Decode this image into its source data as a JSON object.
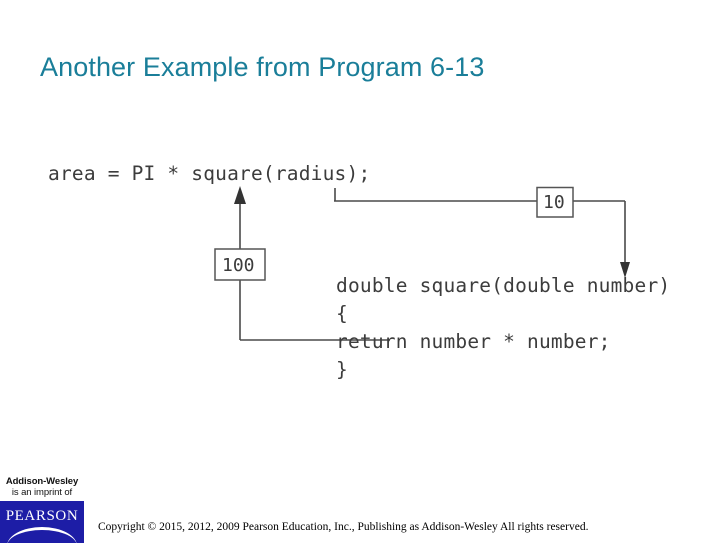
{
  "slide": {
    "title": "Another Example from Program 6-13",
    "title_color": "#1a7e99",
    "background_color": "#ffffff"
  },
  "figure": {
    "caller_code": "area = PI * square(radius);",
    "function_lines": [
      "double square(double number)",
      "{",
      "    return number * number;",
      "}"
    ],
    "function_signature": "double square(double number)",
    "function_open_brace": "{",
    "function_return": "return number * number;",
    "function_close_brace": "}",
    "argument_box_value": "10",
    "return_box_value": "100",
    "line_color": "#4a4a4a",
    "code_color": "#3c3c3c"
  },
  "footer": {
    "imprint_line_1": "Addison-Wesley",
    "imprint_line_2": "is an imprint of",
    "publisher_name": "PEARSON",
    "publisher_color": "#1d1da6",
    "copyright": "Copyright © 2015, 2012, 2009 Pearson Education, Inc., Publishing as Addison-Wesley All rights reserved."
  }
}
